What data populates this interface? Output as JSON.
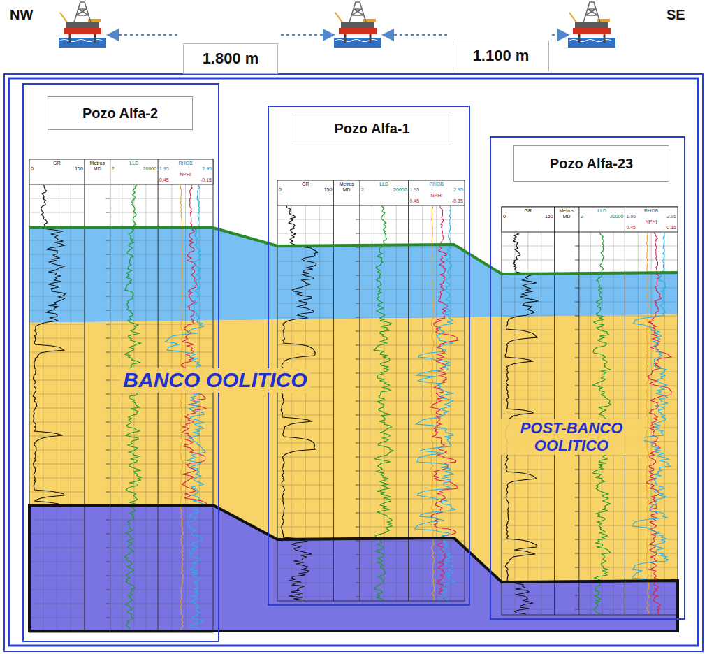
{
  "diagram": {
    "nodes": [
      {
        "text": [
          "1.800 m"
        ]
      },
      {
        "text": [
          "1.100 m"
        ]
      },
      {
        "text": [
          "Pozo Alfa-2"
        ]
      },
      {
        "text": [
          "Pozo Alfa-1"
        ]
      },
      {
        "text": [
          "Pozo Alfa-23"
        ]
      }
    ],
    "labels": [
      "NW",
      "SE",
      "GR",
      "0",
      "150",
      "Metros",
      "MD",
      "LLD",
      "2",
      "20000",
      "RHOB",
      "1.95",
      "2.95",
      "NPHI",
      "0.45",
      "-0.15",
      "GR",
      "0",
      "150",
      "Metros",
      "MD",
      "LLD",
      "2",
      "20000",
      "RHOB",
      "1.95",
      "2.95",
      "NPHI",
      "0.45",
      "-0.15",
      "GR",
      "0",
      "150",
      "Metros",
      "MD",
      "LLD",
      "2",
      "20000",
      "RHOB",
      "1.95",
      "2.95",
      "NPHI",
      "0.45",
      "-0.15",
      "BANCO OOLITICO",
      "POST-BANCO OOLITICO"
    ]
  }
}
